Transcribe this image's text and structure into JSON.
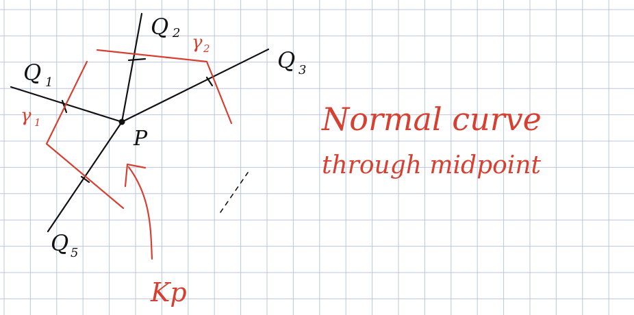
{
  "colors": {
    "grid": "#b9c6dd",
    "ink": "#111111",
    "red_ink": "#d64030",
    "background": "#ffffff"
  },
  "labels": {
    "q1": "Q",
    "q1_sub": "1",
    "q2": "Q",
    "q2_sub": "2",
    "q3": "Q",
    "q3_sub": "3",
    "q5": "Q",
    "q5_sub": "5",
    "p": "P",
    "gamma1": "γ",
    "gamma1_sub": "1",
    "gamma2": "γ",
    "gamma2_sub": "2",
    "kp": "Kp"
  },
  "note": {
    "line1": "Normal curve",
    "line2": "through midpoint"
  }
}
